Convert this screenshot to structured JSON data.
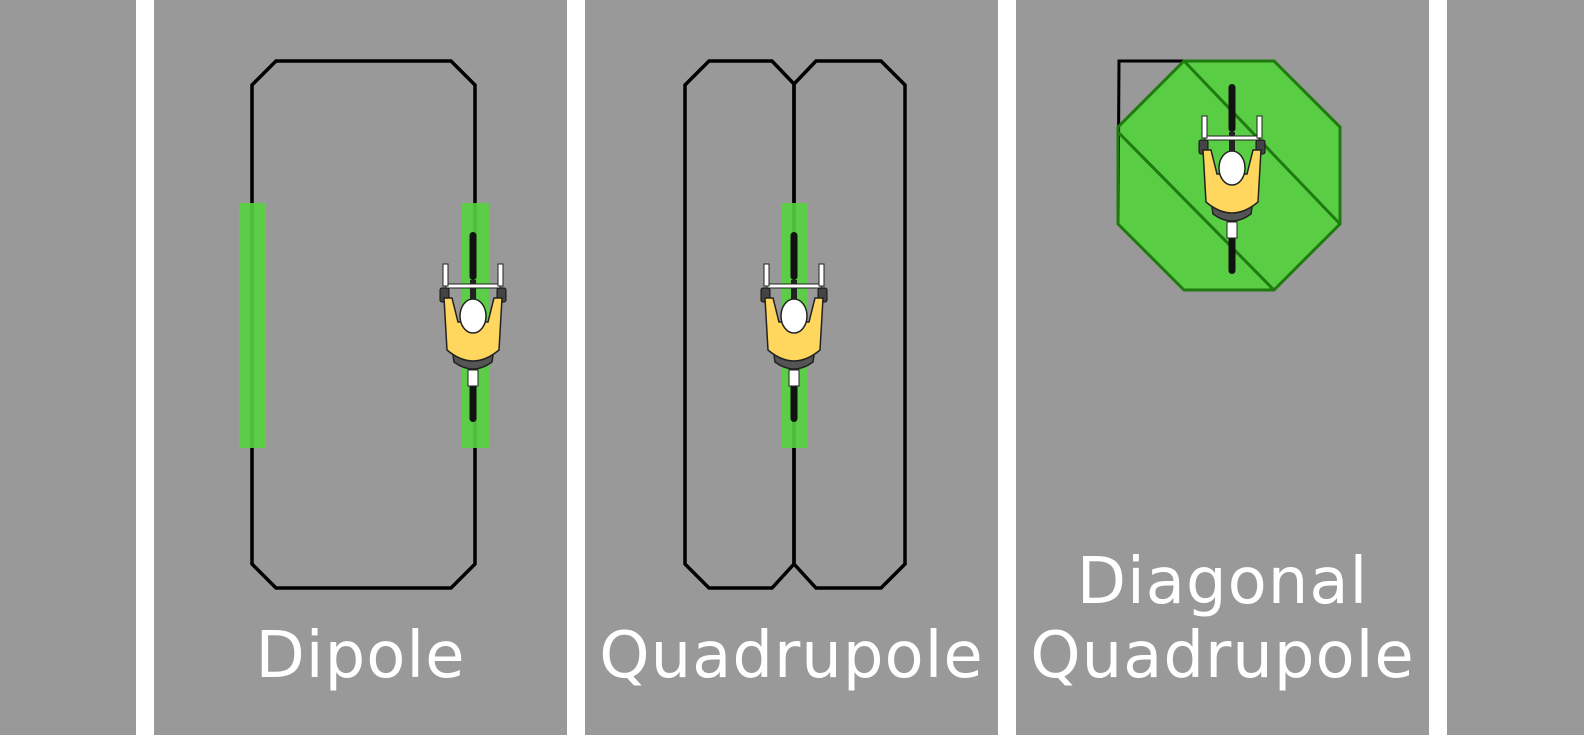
{
  "panels": [
    {
      "id": "dipole",
      "label_lines": [
        "Dipole"
      ]
    },
    {
      "id": "quadrupole",
      "label_lines": [
        "Quadrupole"
      ]
    },
    {
      "id": "diagonal-quadrupole",
      "label_lines": [
        "Diagonal",
        "Quadrupole"
      ]
    }
  ],
  "colors": {
    "road": "#999999",
    "lane_divider": "#ffffff",
    "loop_wire": "#000000",
    "detection_zone": "#55d140",
    "jersey": "#ffd75e",
    "shorts": "#555555",
    "helmet": "#ffffff"
  },
  "icons": [
    "cyclist-icon"
  ]
}
